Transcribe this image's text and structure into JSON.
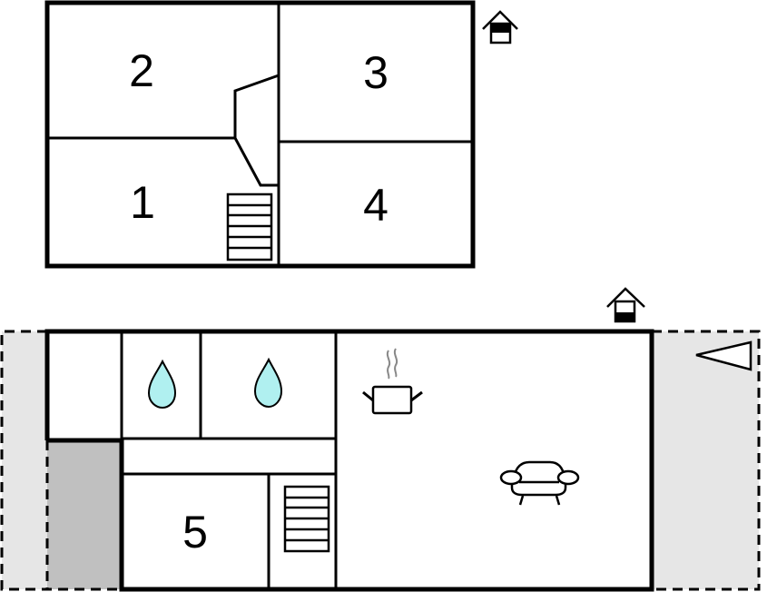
{
  "floor_plan": {
    "title": "",
    "colors": {
      "wall": "#000000",
      "background": "#ffffff",
      "terrace": "#e6e6e6",
      "covered_area": "#c0c0c0",
      "water_drop": "#b0f0f0"
    },
    "upper_floor": {
      "name": "upper-floor",
      "rooms": [
        {
          "id": "room-1",
          "label": "1"
        },
        {
          "id": "room-2",
          "label": "2"
        },
        {
          "id": "room-3",
          "label": "3"
        },
        {
          "id": "room-4",
          "label": "4"
        }
      ],
      "icons": [
        "house-entrance-icon",
        "staircase-icon"
      ]
    },
    "ground_floor": {
      "name": "ground-floor",
      "rooms": [
        {
          "id": "room-5",
          "label": "5"
        }
      ],
      "icons": [
        "house-entrance-icon",
        "bathroom-water-drop-icon",
        "bathroom-water-drop-icon",
        "kitchen-pot-icon",
        "living-room-sofa-icon",
        "staircase-icon",
        "terrace-triangle-icon"
      ]
    }
  }
}
